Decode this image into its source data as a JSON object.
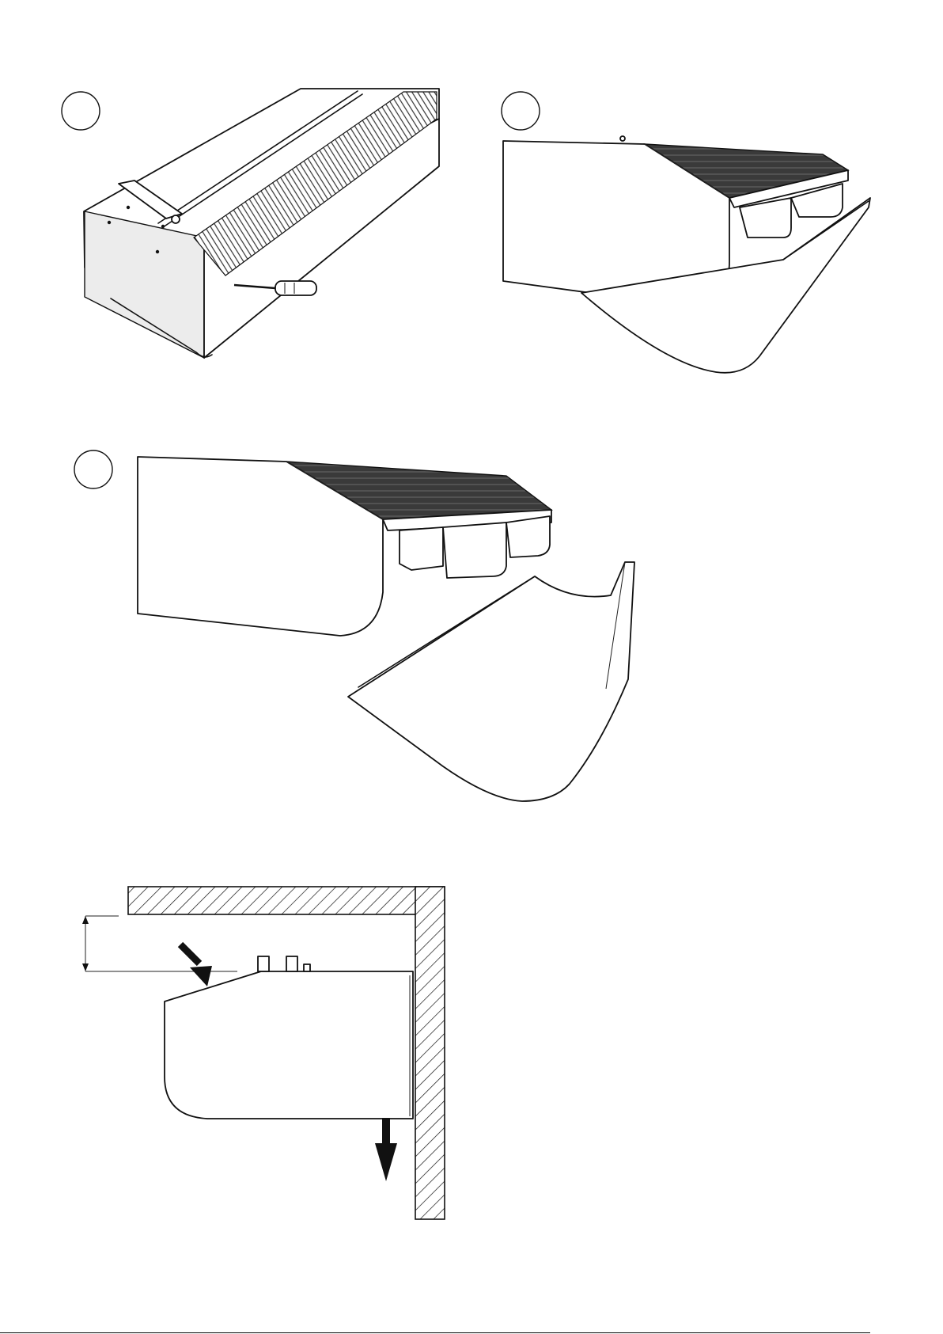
{
  "steps": [
    {
      "id": "step-1",
      "label": ""
    },
    {
      "id": "step-2",
      "label": ""
    },
    {
      "id": "step-3",
      "label": ""
    }
  ],
  "page": {
    "number": ""
  },
  "icons": [
    "screwdriver-icon",
    "down-arrow-icon",
    "diagonal-arrow-icon"
  ]
}
